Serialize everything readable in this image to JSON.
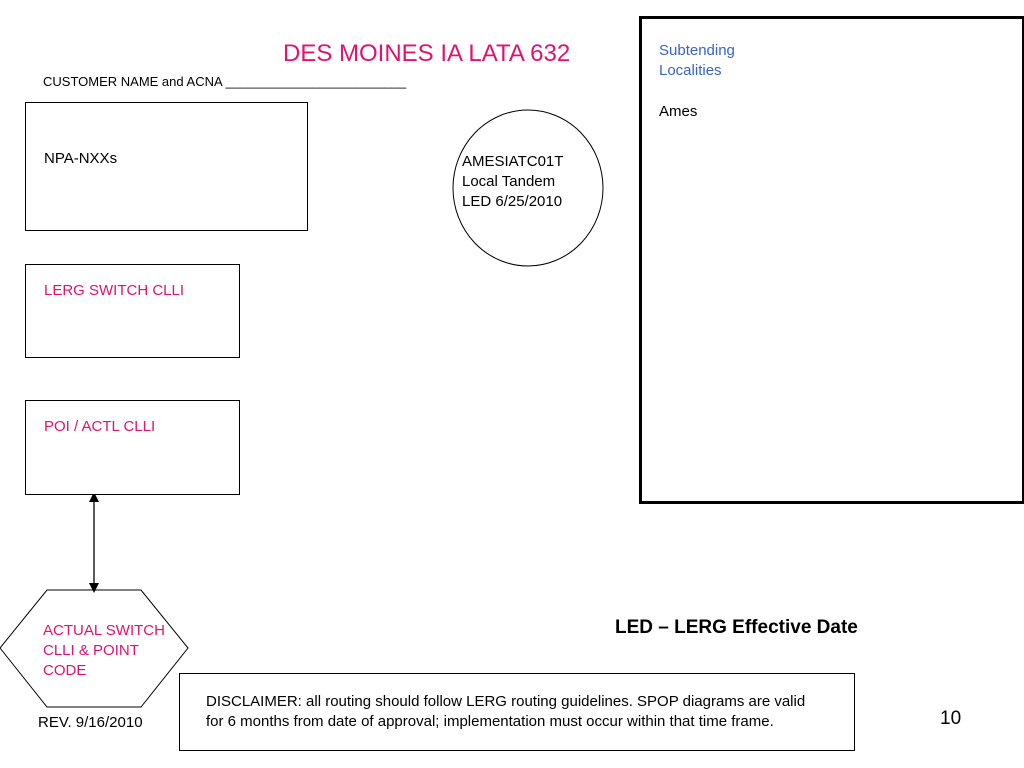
{
  "title": "DES MOINES IA LATA 632",
  "customer_line": "CUSTOMER NAME and ACNA _________________________",
  "boxes": {
    "npa": "NPA-NXXs",
    "lerg_switch": "LERG SWITCH CLLI",
    "poi": "POI / ACTL CLLI"
  },
  "tandem": {
    "line1": "AMESIATC01T",
    "line2": "Local Tandem",
    "line3": "LED 6/25/2010"
  },
  "actual_switch": "ACTUAL SWITCH CLLI & POINT CODE",
  "subtending": {
    "title": "Subtending Localities",
    "items": [
      "Ames"
    ]
  },
  "led_definition": "LED – LERG Effective Date",
  "disclaimer": "DISCLAIMER: all routing should follow LERG routing guidelines. SPOP diagrams are valid for 6 months from date of approval; implementation must occur within that time frame.",
  "revision": "REV. 9/16/2010",
  "page_number": "10",
  "colors": {
    "accent_pink": "#e0136f",
    "accent_blue": "#3a63c7"
  }
}
